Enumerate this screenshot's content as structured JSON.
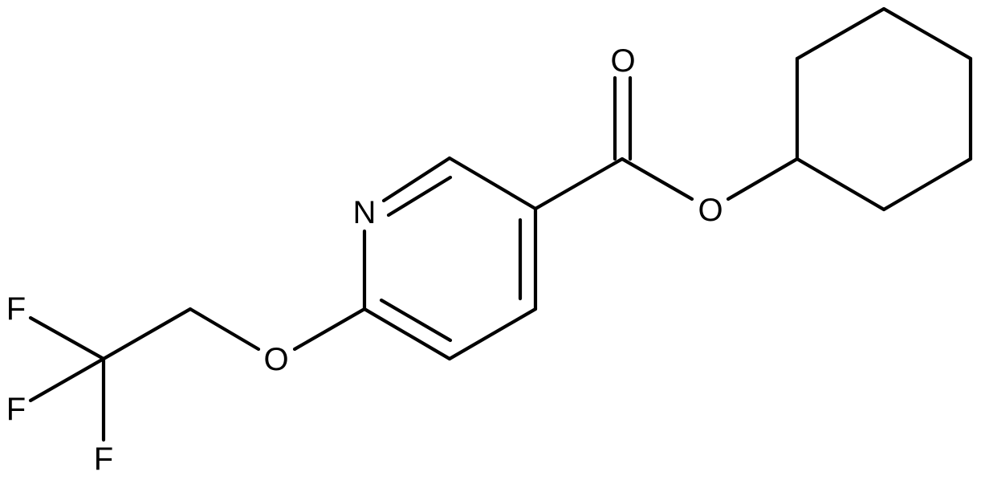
{
  "molecule": {
    "atoms": {
      "N": "N",
      "O_carbonyl": "O",
      "O_ester": "O",
      "O_ether": "O",
      "F1": "F",
      "F2": "F",
      "F3": "F"
    },
    "colors": {
      "bond": "#000000",
      "label": "#000000",
      "background": "#ffffff"
    }
  }
}
